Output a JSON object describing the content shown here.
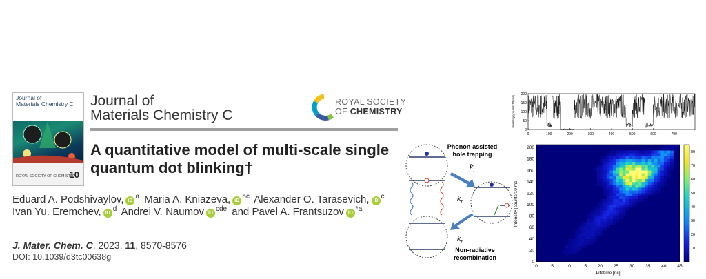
{
  "cover": {
    "journal_title_line1": "Journal of",
    "journal_title_line2": "Materials Chemistry C",
    "publisher_mini": "ROYAL SOCIETY OF CHEMISTRY",
    "badge": "10"
  },
  "header": {
    "journal_line1": "Journal of",
    "journal_line2": "Materials Chemistry C",
    "publisher_line1": "ROYAL SOCIETY",
    "publisher_line2_prefix": "OF ",
    "publisher_line2_bold": "CHEMISTRY",
    "brand_colors": [
      "#00a0c6",
      "#3b5aa6",
      "#8bc53f",
      "#f2c21b"
    ]
  },
  "article": {
    "title_line1": "A quantitative model of multi-scale single",
    "title_line2": "quantum dot blinking†",
    "authors": [
      {
        "name": "Eduard A. Podshivaylov,",
        "aff": "a"
      },
      {
        "name": "Maria A. Kniazeva,",
        "aff": "bc"
      },
      {
        "name": "Alexander O. Tarasevich,",
        "aff": "c"
      },
      {
        "name": "Ivan Yu. Eremchev,",
        "aff": "d"
      },
      {
        "name": "Andrei V. Naumov",
        "aff": "cde"
      },
      {
        "name": "Pavel A. Frantsuzov",
        "aff": "*a"
      }
    ],
    "and_text": "and",
    "orcid_label": "iD",
    "citation_journal": "J. Mater. Chem. C",
    "citation_rest": ", 2023, ",
    "citation_volume": "11",
    "citation_pages": ", 8570-8576",
    "doi": "DOI: 10.1039/d3tc00638g"
  },
  "scheme": {
    "label_top_line1": "Phonon-assisted",
    "label_top_line2": "hole trapping",
    "k_t": "k",
    "k_t_sub": "t",
    "k_r": "k",
    "k_r_sub": "r",
    "k_n": "k",
    "k_n_sub": "n",
    "label_bottom_line1": "Non-radiative",
    "label_bottom_line2": "recombination"
  },
  "chart_data": [
    {
      "type": "line",
      "ylabel": "Intensity [counts/10 ms]",
      "xticks": [
        0,
        100,
        200,
        300,
        400,
        500,
        600,
        700
      ],
      "yticks": [
        0,
        50,
        100,
        150,
        200
      ],
      "xlim": [
        0,
        800
      ],
      "ylim": [
        0,
        200
      ],
      "segments": [
        {
          "x": [
            0,
            90
          ],
          "level": "high"
        },
        {
          "x": [
            90,
            115
          ],
          "level": "low"
        },
        {
          "x": [
            115,
            155
          ],
          "level": "high"
        },
        {
          "x": [
            155,
            220
          ],
          "level": "off"
        },
        {
          "x": [
            220,
            470
          ],
          "level": "high"
        },
        {
          "x": [
            470,
            500
          ],
          "level": "low"
        },
        {
          "x": [
            500,
            560
          ],
          "level": "high"
        },
        {
          "x": [
            560,
            600
          ],
          "level": "low"
        },
        {
          "x": [
            600,
            800
          ],
          "level": "high"
        }
      ]
    },
    {
      "type": "heatmap",
      "xlabel": "Lifetime [ns]",
      "ylabel": "Intensity [counts/10 ms]",
      "xticks": [
        0,
        5,
        10,
        15,
        20,
        25,
        30,
        35,
        40,
        45
      ],
      "yticks": [
        0,
        20,
        40,
        60,
        80,
        100,
        120,
        140,
        160,
        180,
        200
      ],
      "xlim": [
        0,
        45
      ],
      "ylim": [
        0,
        205
      ],
      "colorbar_ticks": [
        10,
        20,
        30,
        40,
        50,
        60,
        70,
        80
      ],
      "colorbar_range": [
        0,
        85
      ],
      "peak": {
        "lifetime": 30,
        "intensity": 155,
        "counts": 85
      }
    }
  ]
}
